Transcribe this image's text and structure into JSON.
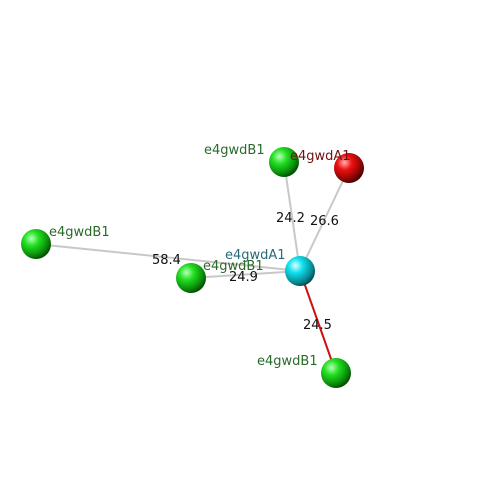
{
  "colors": {
    "carbon_green": "#00e000",
    "oxygen_red": "#ff0000",
    "central_cyan": "#00e5ee",
    "bond_grey": "#c8c8c8",
    "bond_red": "#cc1111",
    "label_green": "#2a6a2a",
    "label_teal": "#2a6a78",
    "label_darkred": "#701010"
  },
  "atoms": [
    {
      "id": "center",
      "label": "e4gwdA1",
      "element": "cyan"
    },
    {
      "id": "red",
      "label": "e4gwdA1",
      "element": "red"
    },
    {
      "id": "top",
      "label": "e4gwdB1",
      "element": "green"
    },
    {
      "id": "left",
      "label": "e4gwdB1",
      "element": "green"
    },
    {
      "id": "mid",
      "label": "e4gwdB1",
      "element": "green"
    },
    {
      "id": "bottom",
      "label": "e4gwdB1",
      "element": "green"
    }
  ],
  "distances": [
    {
      "id": "d-top",
      "value": "24.2"
    },
    {
      "id": "d-red",
      "value": "26.6"
    },
    {
      "id": "d-left",
      "value": "58.4"
    },
    {
      "id": "d-mid",
      "value": "24.9"
    },
    {
      "id": "d-bottom",
      "value": "24.5"
    }
  ]
}
